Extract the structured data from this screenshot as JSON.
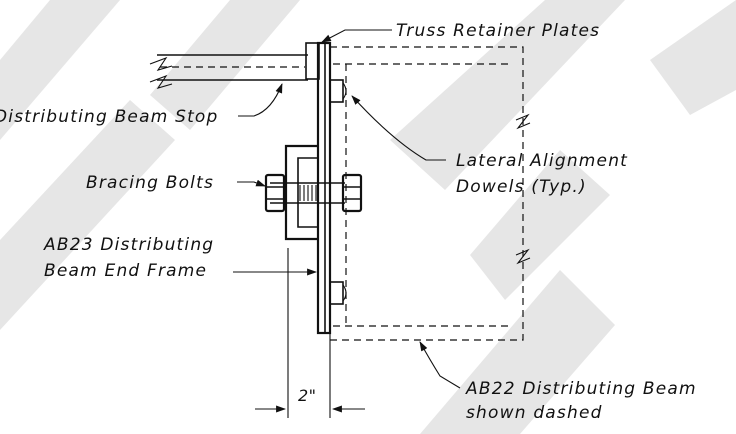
{
  "labels": {
    "truss_retainer": "Truss Retainer Plates",
    "beam_stop": "Distributing Beam Stop",
    "bracing_bolts": "Bracing Bolts",
    "dowels_line1": "Lateral Alignment",
    "dowels_line2": "Dowels (Typ.)",
    "end_frame_line1": "AB23 Distributing",
    "end_frame_line2": "Beam End Frame",
    "beam_line1": "AB22 Distributing Beam",
    "beam_line2": "shown dashed",
    "dimension": "2\""
  },
  "colors": {
    "line": "#111111",
    "watermark": "#e6e6e6",
    "background": "#ffffff"
  }
}
